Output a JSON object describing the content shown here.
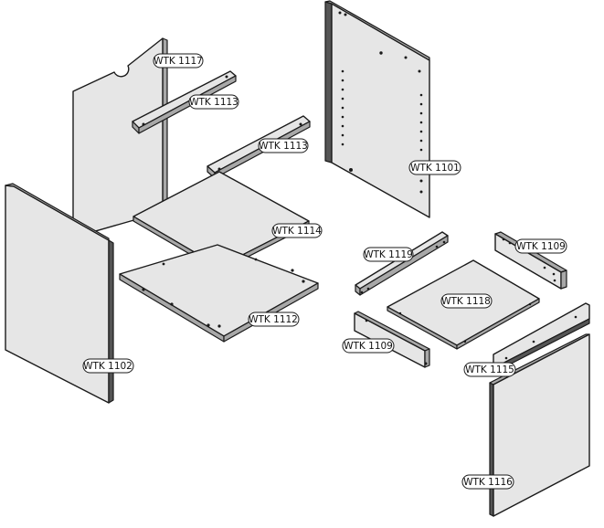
{
  "labels": {
    "wtk1117": "WTK 1117",
    "wtk1113a": "WTK 1113",
    "wtk1113b": "WTK 1113",
    "wtk1101": "WTK 1101",
    "wtk1114": "WTK 1114",
    "wtk1119": "WTK 1119",
    "wtk1109a": "WTK 1109",
    "wtk1118": "WTK 1118",
    "wtk1112": "WTK 1112",
    "wtk1109b": "WTK 1109",
    "wtk1102": "WTK 1102",
    "wtk1115": "WTK 1115",
    "wtk1116": "WTK 1116"
  }
}
